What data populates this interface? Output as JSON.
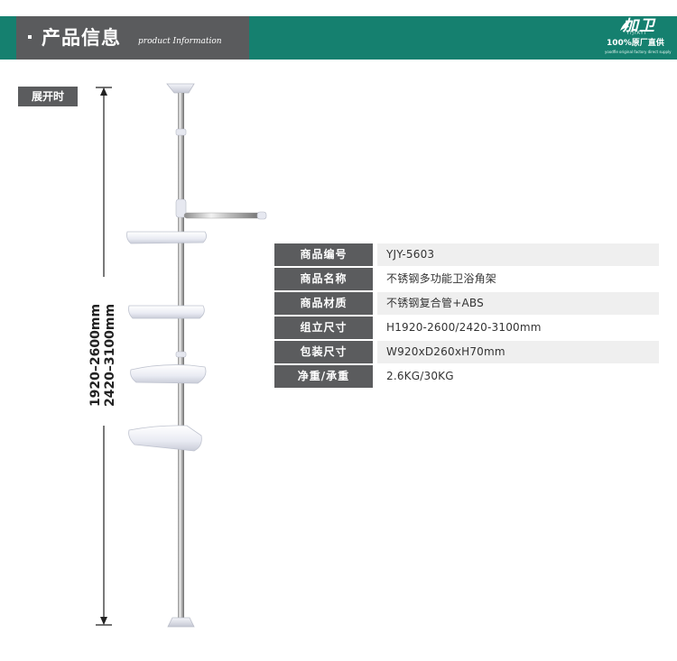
{
  "header": {
    "title": "产品信息",
    "subtitle": "product Information",
    "brand_logo": "加卫",
    "brand_pinyin": "YIJIAYI",
    "brand_tagline": "100%原厂直供",
    "brand_tagline_en": "yoodfle original factory direct supply"
  },
  "figure": {
    "expand_label": "展开时",
    "dimension_lines": [
      "1920–2600mm",
      "2420–3100mm"
    ]
  },
  "specs": [
    {
      "label": "商品编号",
      "value": "YJY-5603"
    },
    {
      "label": "商品名称",
      "value": "不锈钢多功能卫浴角架"
    },
    {
      "label": "商品材质",
      "value": "不锈钢复合管+ABS"
    },
    {
      "label": "组立尺寸",
      "value": "H1920-2600/2420-3100mm"
    },
    {
      "label": "包装尺寸",
      "value": "W920xD260xH70mm"
    },
    {
      "label": "净重/承重",
      "value": "2.6KG/30KG"
    }
  ],
  "colors": {
    "header_green": "#15806f",
    "label_gray": "#5b5c5e",
    "row_alt": "#efefef"
  }
}
